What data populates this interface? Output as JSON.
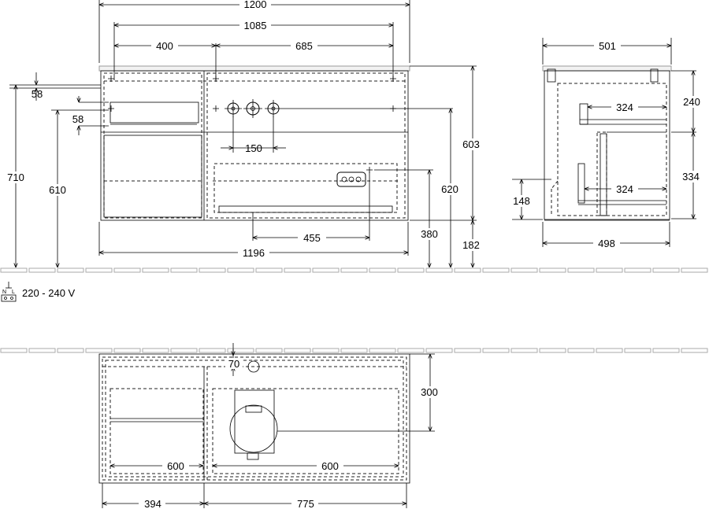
{
  "front_view": {
    "overall_width": "1200",
    "inner_width": "1085",
    "left_section": "400",
    "right_section": "685",
    "bottom_width": "1196",
    "offset_top": "58",
    "offset_second": "58",
    "tap_spacing": "150",
    "drawer_offset": "455",
    "total_height": "710",
    "mid_height": "610",
    "cabinet_height": "603",
    "outlet_height": "620",
    "siphon_height": "380",
    "floor_gap": "182"
  },
  "power": {
    "icon": "power-socket-icon",
    "voltage": "220 - 240 V",
    "socket_labels": [
      "N",
      "L"
    ]
  },
  "side_view": {
    "depth_top": "501",
    "depth_bottom": "498",
    "drawer_depth_top": "324",
    "drawer_depth_bottom": "324",
    "top_height": "240",
    "lower_height": "334",
    "base_height": "148"
  },
  "top_view": {
    "wall_offset": "70",
    "depth": "300",
    "left_drawer": "600",
    "right_drawer": "600",
    "left_width": "394",
    "right_width": "775"
  }
}
